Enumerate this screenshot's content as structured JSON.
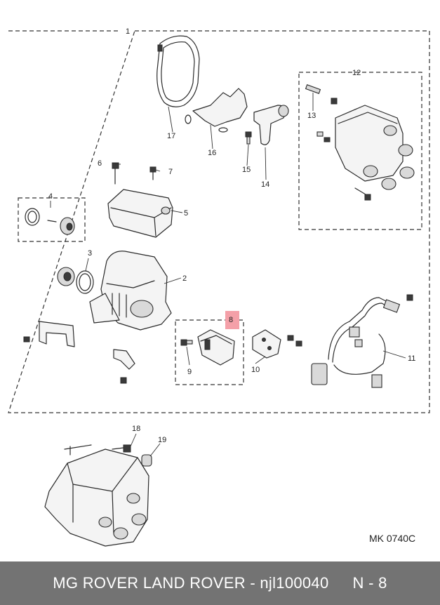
{
  "callouts": [
    "1",
    "2",
    "3",
    "4",
    "5",
    "6",
    "7",
    "8",
    "9",
    "10",
    "11",
    "12",
    "13",
    "14",
    "15",
    "16",
    "17",
    "18",
    "19"
  ],
  "highlight_callout": "8",
  "highlight_color": "#f4a0a8",
  "diagram_code": "MK 0740C",
  "footer": {
    "part_text": "MG ROVER LAND ROVER - njl100040",
    "page_ref": "N - 8",
    "background": "#737373"
  }
}
